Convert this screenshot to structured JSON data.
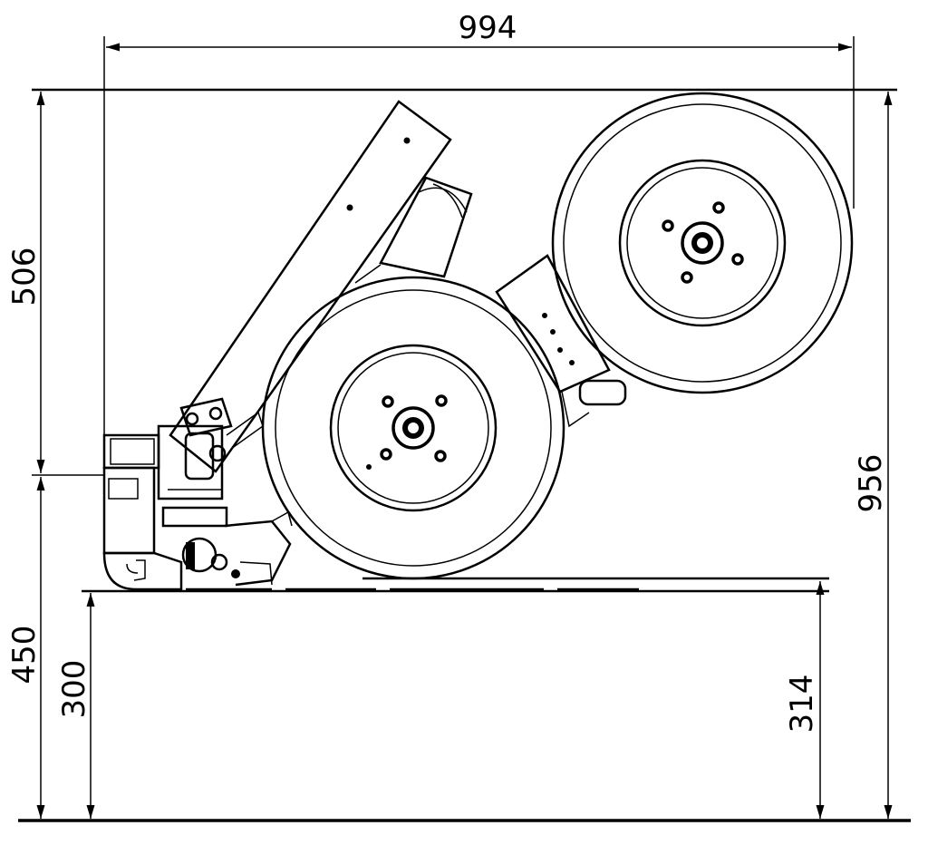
{
  "dimensions": {
    "overall_width": "994",
    "upper_height": "506",
    "lower_height": "450",
    "hitch_height": "300",
    "ground_clearance": "314",
    "overall_height": "956"
  },
  "colors": {
    "line": "#000000",
    "background": "#ffffff"
  }
}
